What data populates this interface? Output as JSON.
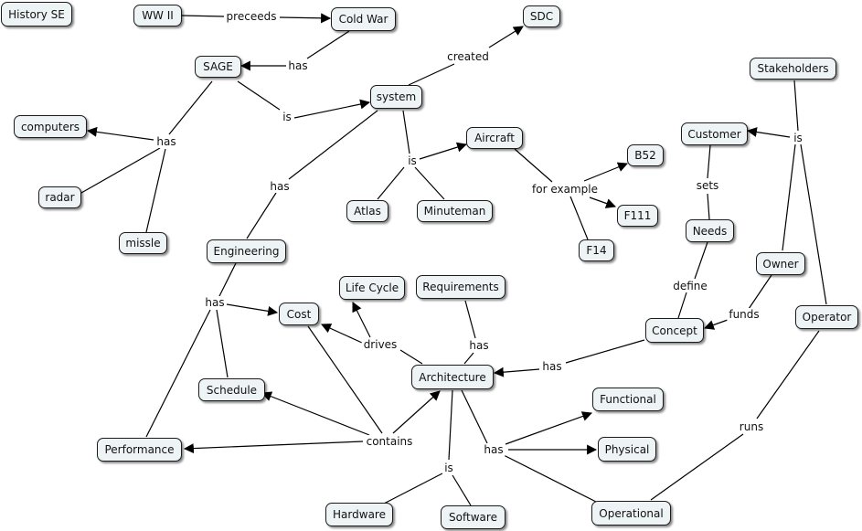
{
  "nodes": {
    "history_se": "History SE",
    "ww2": "WW II",
    "cold_war": "Cold War",
    "sdc": "SDC",
    "sage": "SAGE",
    "system": "system",
    "computers": "computers",
    "radar": "radar",
    "missle": "missle",
    "aircraft": "Aircraft",
    "b52": "B52",
    "f111": "F111",
    "f14": "F14",
    "atlas": "Atlas",
    "minuteman": "Minuteman",
    "engineering": "Engineering",
    "stakeholders": "Stakeholders",
    "customer": "Customer",
    "needs": "Needs",
    "owner": "Owner",
    "operator": "Operator",
    "concept": "Concept",
    "life_cycle": "Life Cycle",
    "requirements": "Requirements",
    "cost": "Cost",
    "architecture": "Architecture",
    "schedule": "Schedule",
    "performance": "Performance",
    "functional": "Functional",
    "physical": "Physical",
    "operational": "Operational",
    "hardware": "Hardware",
    "software": "Software"
  },
  "links": {
    "preceeds": "preceeds",
    "has_coldwar_sage": "has",
    "created": "created",
    "is_sage_system": "is",
    "has_sage": "has",
    "is_system": "is",
    "for_example": "for example",
    "has_system_engineering": "has",
    "is_stakeholders": "is",
    "sets": "sets",
    "define": "define",
    "funds": "funds",
    "has_engineering": "has",
    "drives": "drives",
    "has_requirements": "has",
    "has_concept": "has",
    "contains": "contains",
    "has_architecture": "has",
    "is_architecture": "is",
    "runs": "runs"
  }
}
